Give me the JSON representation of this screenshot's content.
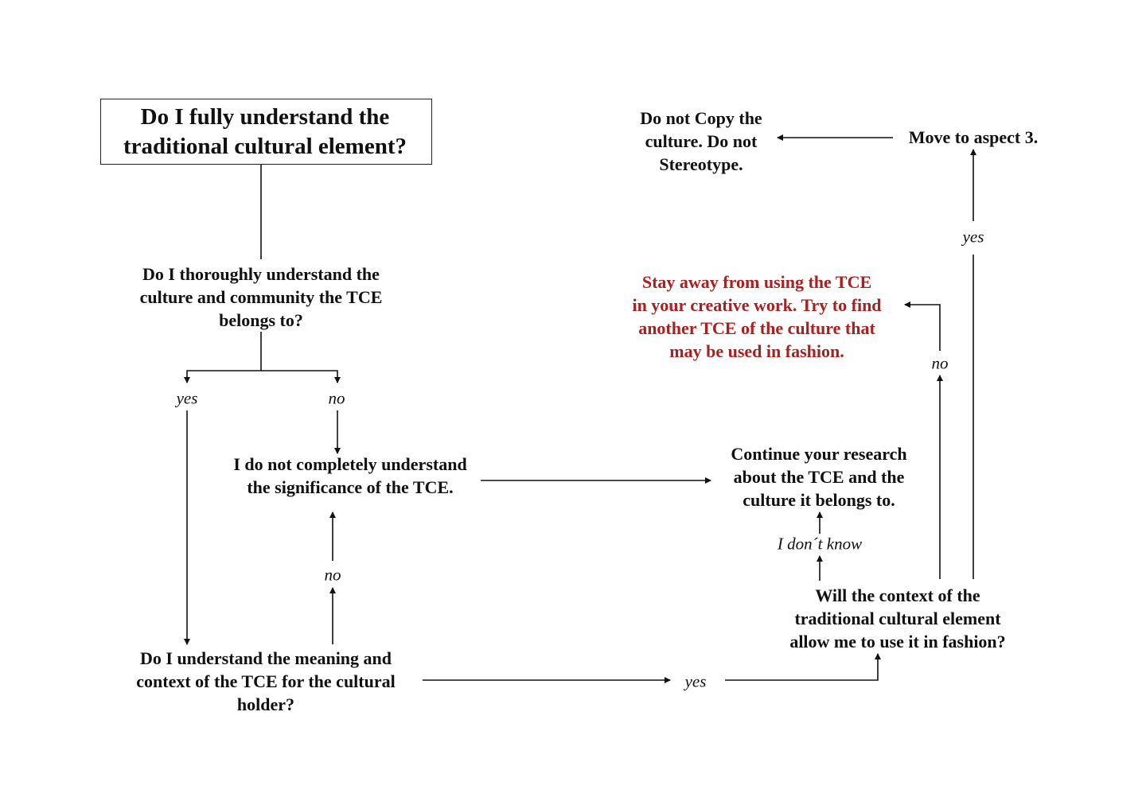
{
  "colors": {
    "text": "#111111",
    "warning": "#a8201f"
  },
  "nodes": {
    "start": [
      "Do I fully understand the",
      "traditional cultural element?"
    ],
    "q_culture": [
      "Do I thoroughly understand the",
      "culture and community the TCE",
      "belongs to?"
    ],
    "not_understand": [
      "I do not completely understand",
      "the significance of the TCE."
    ],
    "q_meaning": [
      "Do I understand the meaning and",
      "context of the TCE for the cultural",
      "holder?"
    ],
    "continue_research": [
      "Continue your research",
      "about the TCE and the",
      "culture it belongs to."
    ],
    "q_context": [
      "Will the context of the",
      "traditional cultural element",
      "allow me to use it in fashion?"
    ],
    "stay_away": [
      "Stay away from using the TCE",
      "in your creative work. Try to find",
      "another TCE of the culture that",
      "may be used in fashion."
    ],
    "move_aspect": [
      "Move to aspect 3."
    ],
    "do_not_copy": [
      "Do not Copy the",
      "culture. Do not",
      "Stereotype."
    ]
  },
  "labels": {
    "yes1": "yes",
    "no1": "no",
    "no2": "no",
    "yes2": "yes",
    "dont_know": "I don´t know",
    "no3": "no",
    "yes3": "yes"
  }
}
